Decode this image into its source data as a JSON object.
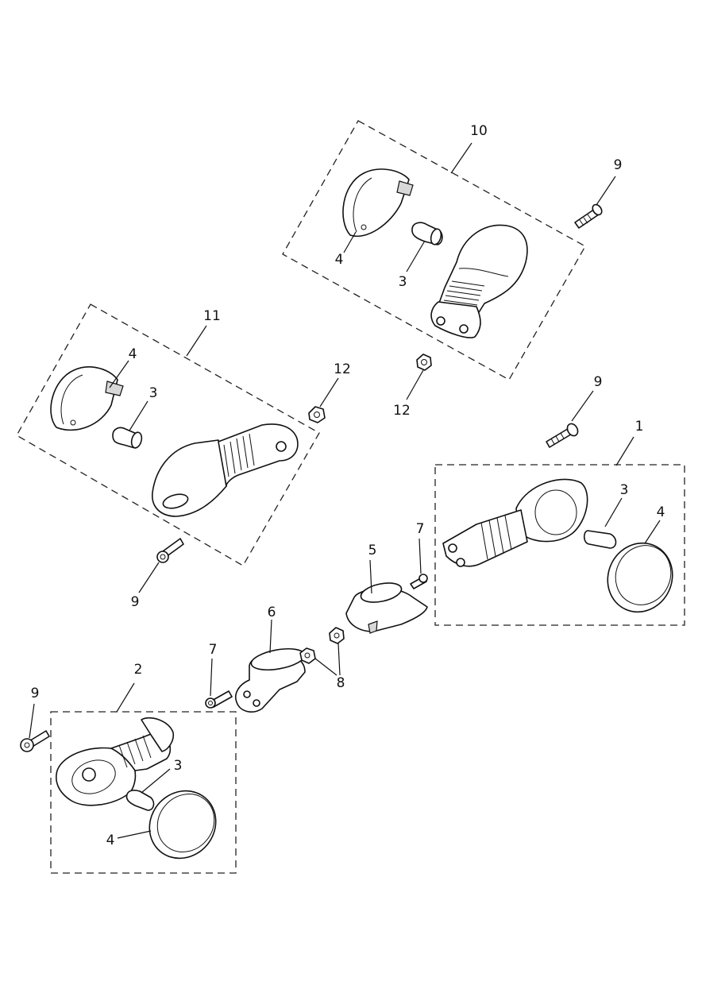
{
  "callouts": {
    "c10": "10",
    "c9a": "9",
    "c4a": "4",
    "c3a": "3",
    "c12a": "12",
    "c11": "11",
    "c4b": "4",
    "c3b": "3",
    "c12b": "12",
    "c9b": "9",
    "c1": "1",
    "c3c": "3",
    "c4c": "4",
    "c9c": "9",
    "c7a": "7",
    "c5": "5",
    "c6": "6",
    "c8": "8",
    "c7b": "7",
    "c2": "2",
    "c9d": "9",
    "c3d": "3",
    "c4d": "4"
  }
}
